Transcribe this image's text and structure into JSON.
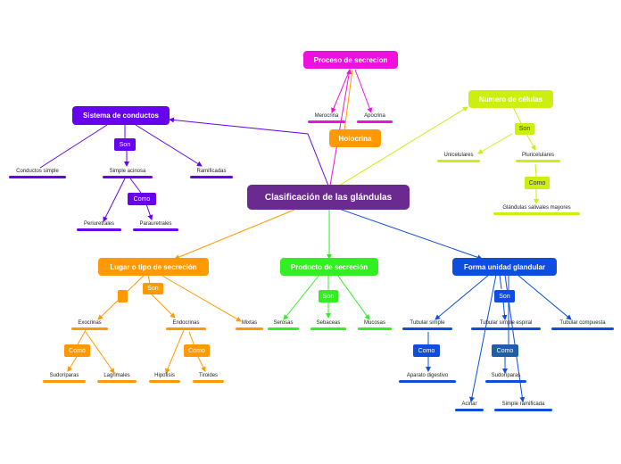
{
  "diagram": {
    "center": {
      "label": "Clasificación de las glándulas",
      "color": "#6a2a8f"
    },
    "branches": {
      "proceso": {
        "label": "Proceso de secrecion",
        "color": "#ee11dd",
        "items": [
          "Merocrina",
          "Apocrina"
        ],
        "extra": "Holocrina",
        "extra_color": "#ff9900"
      },
      "sistema": {
        "label": "Sistema de conductos",
        "color": "#6600ee",
        "connector": "Son",
        "connector2": "Como",
        "items": [
          "Conductos simple",
          "Simple acinosa",
          "Ramificadas",
          "Periuretrales",
          "Parauretrales"
        ]
      },
      "numero": {
        "label": "Numero de células",
        "color": "#ccee11",
        "connector": "Son",
        "connector2": "Como",
        "items": [
          "Unicelulares",
          "Pluricelulares",
          "Glándulas salivales mayores"
        ]
      },
      "lugar": {
        "label": "Lugar o tipo de secreción",
        "color": "#ff9900",
        "connector": "Son",
        "connector2": "Como",
        "connector3": "Como",
        "items": [
          "Exocrinas",
          "Endocrinas",
          "Mixtas",
          "Sudoríparas",
          "Lagrimales",
          "Hipofisis",
          "Tiroides"
        ]
      },
      "producto": {
        "label": "Producto de secreción",
        "color": "#33ee22",
        "connector": "Son",
        "items": [
          "Serosas",
          "Sebaceas",
          "Mucosas"
        ]
      },
      "forma": {
        "label": "Forma unidad glandular",
        "color": "#0e4de0",
        "connector": "Son",
        "connector2": "Como",
        "connector3": "Como",
        "items": [
          "Tubular simple",
          "Tubular simple espiral",
          "Tubular compuesta",
          "Aparato digestivo",
          "Sudoríparas",
          "Acinar",
          "Simple ramificada"
        ],
        "como_color": "#1e5fa8"
      }
    }
  }
}
